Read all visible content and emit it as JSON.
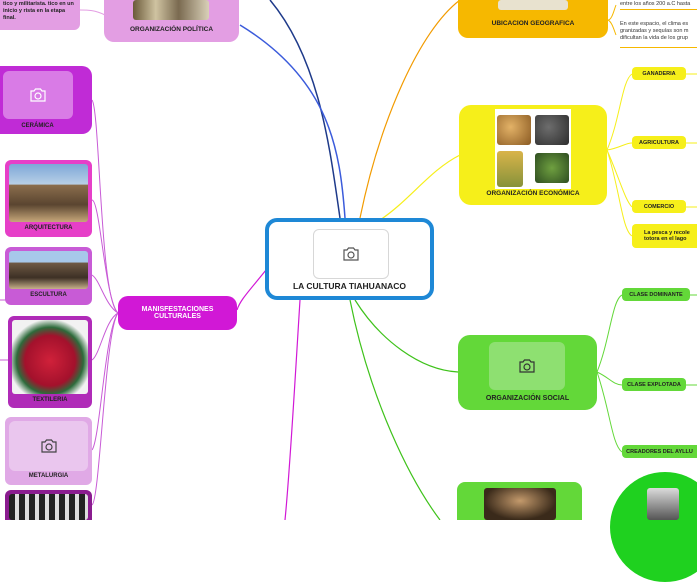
{
  "root": {
    "title": "LA CULTURA TIAHUANACO"
  },
  "politica": {
    "title": "ORGANIZACIÓN POLÍTICA",
    "note": "tico y militarista. tico en un inicio y rista en la etapa final."
  },
  "ubicacion": {
    "title": "UBICACION GEOGRAFICA",
    "note1": "entre los años 200 a.C hasta",
    "note2": "En este espacio, el clima es granizadas y sequías son m dificultan la vida de los grup"
  },
  "economica": {
    "title": "ORGANIZACIÓN ECONÓMICA",
    "items": [
      "GANADERIA",
      "AGRICULTURA",
      "COMERCIO",
      "La pesca y recole totora en el lago"
    ]
  },
  "social": {
    "title": "ORGANIZACIÓN SOCIAL",
    "items": [
      "CLASE  DOMINANTE",
      "CLASE EXPLOTADA",
      "CREADORES DEL AYLLU"
    ]
  },
  "manifestaciones": {
    "title": "MANISFESTACIONES CULTURALES",
    "items": [
      "CERÁMICA",
      "ARQUITECTURA",
      "ESCULTURA",
      "TEXTILERIA",
      "METALURGIA"
    ]
  },
  "icons": {
    "camera": "camera-icon"
  },
  "colors": {
    "root_border": "#1e88d6",
    "politica": "#e39ee3",
    "ubicacion": "#f6b800",
    "economica": "#f6ef1a",
    "social": "#63d839",
    "manifestaciones": "#d118d6",
    "cultural_items": "#c85bd6"
  }
}
